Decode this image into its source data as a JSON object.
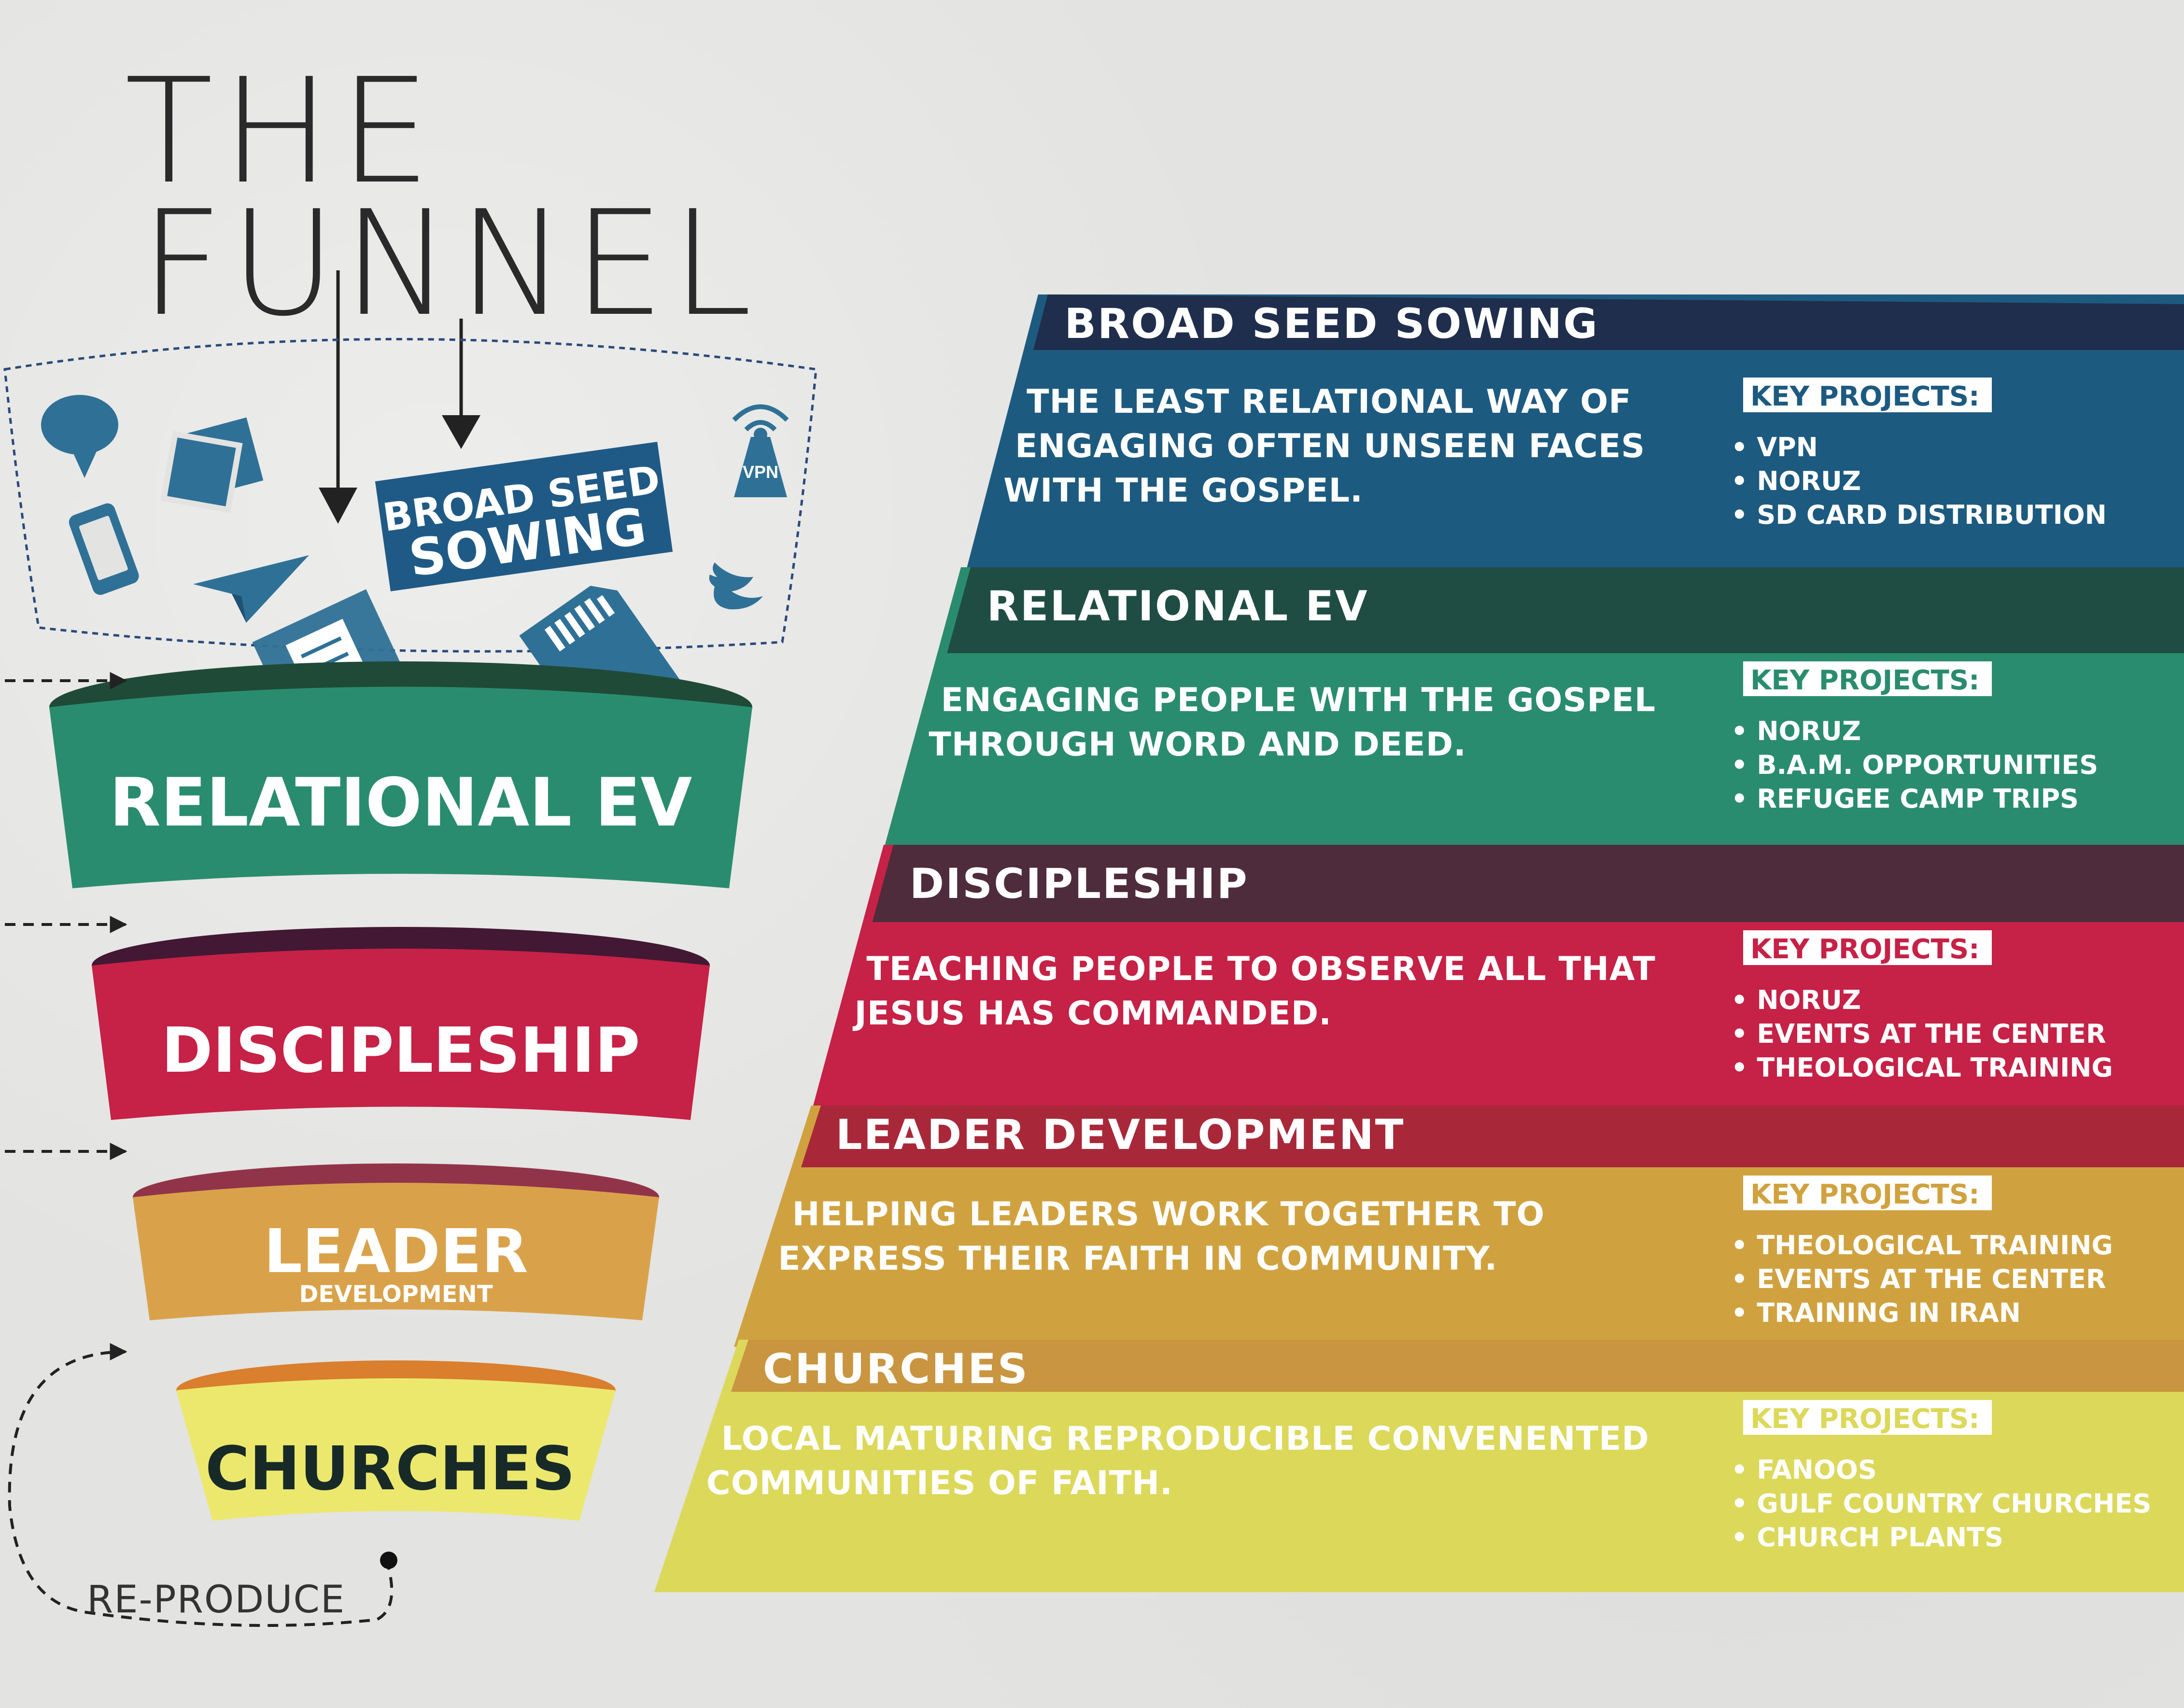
{
  "title": {
    "line1": "THE",
    "line2": "FUNNEL"
  },
  "sowing_sign": {
    "line1": "BROAD SEED",
    "line2": "SOWING"
  },
  "icons": [
    "chat-bubble-icon",
    "photos-icon",
    "broadcast-tower-icon",
    "phone-icon",
    "paper-plane-icon",
    "twitter-bird-icon",
    "document-icon",
    "sd-card-icon"
  ],
  "vpn_label": "VPN",
  "funnel": {
    "relational": "RELATIONAL EV",
    "discipleship": "DISCIPLESHIP",
    "leader_big": "LEADER",
    "leader_small": "DEVELOPMENT",
    "churches": "CHURCHES"
  },
  "reproduce": "RE-PRODUCE",
  "key_projects_label": "KEY PROJECTS:",
  "stages": [
    {
      "title": "BROAD SEED SOWING",
      "desc": [
        "THE LEAST  RELATIONAL WAY OF",
        "ENGAGING OFTEN UNSEEN FACES",
        "WITH THE GOSPEL."
      ],
      "projects": [
        "• VPN",
        "• NORUZ",
        "• SD CARD DISTRIBUTION"
      ],
      "color": "#1d5a80",
      "header_color": "#1f2e4c"
    },
    {
      "title": "RELATIONAL EV",
      "desc": [
        "ENGAGING PEOPLE WITH THE GOSPEL",
        "THROUGH WORD AND DEED."
      ],
      "projects": [
        "• NORUZ",
        "• B.A.M. OPPORTUNITIES",
        "• REFUGEE CAMP TRIPS"
      ],
      "color": "#2a8c6e",
      "header_color": "#1f4d44"
    },
    {
      "title": "DISCIPLESHIP",
      "desc": [
        "TEACHING PEOPLE TO OBSERVE ALL THAT",
        "JESUS  HAS COMMANDED."
      ],
      "projects": [
        "• NORUZ",
        "• EVENTS AT THE CENTER",
        "• THEOLOGICAL TRAINING"
      ],
      "color": "#c62146",
      "header_color": "#4e2c3c"
    },
    {
      "title": "LEADER DEVELOPMENT",
      "desc": [
        "HELPING LEADERS WORK TOGETHER TO",
        "EXPRESS THEIR FAITH IN COMMUNITY."
      ],
      "projects": [
        "• THEOLOGICAL TRAINING",
        "• EVENTS AT THE CENTER",
        "• TRAINING IN IRAN"
      ],
      "color": "#d0a23f",
      "header_color": "#a8283a"
    },
    {
      "title": "CHURCHES",
      "desc": [
        "LOCAL MATURING REPRODUCIBLE CONVENENTED",
        "COMMUNITIES OF FAITH."
      ],
      "projects": [
        "• FANOOS",
        "• GULF COUNTRY CHURCHES",
        "• CHURCH PLANTS"
      ],
      "color": "#dcd85a",
      "header_color": "#c99540"
    }
  ],
  "colors": {
    "background": "#e3e3e1",
    "funnel_relational": "#2a8c6e",
    "funnel_discipleship": "#c62146",
    "funnel_leader": "#d9a24a",
    "funnel_churches": "#ece86e",
    "navy_text": "#1b3150",
    "icon_blue": "#2f7196"
  }
}
